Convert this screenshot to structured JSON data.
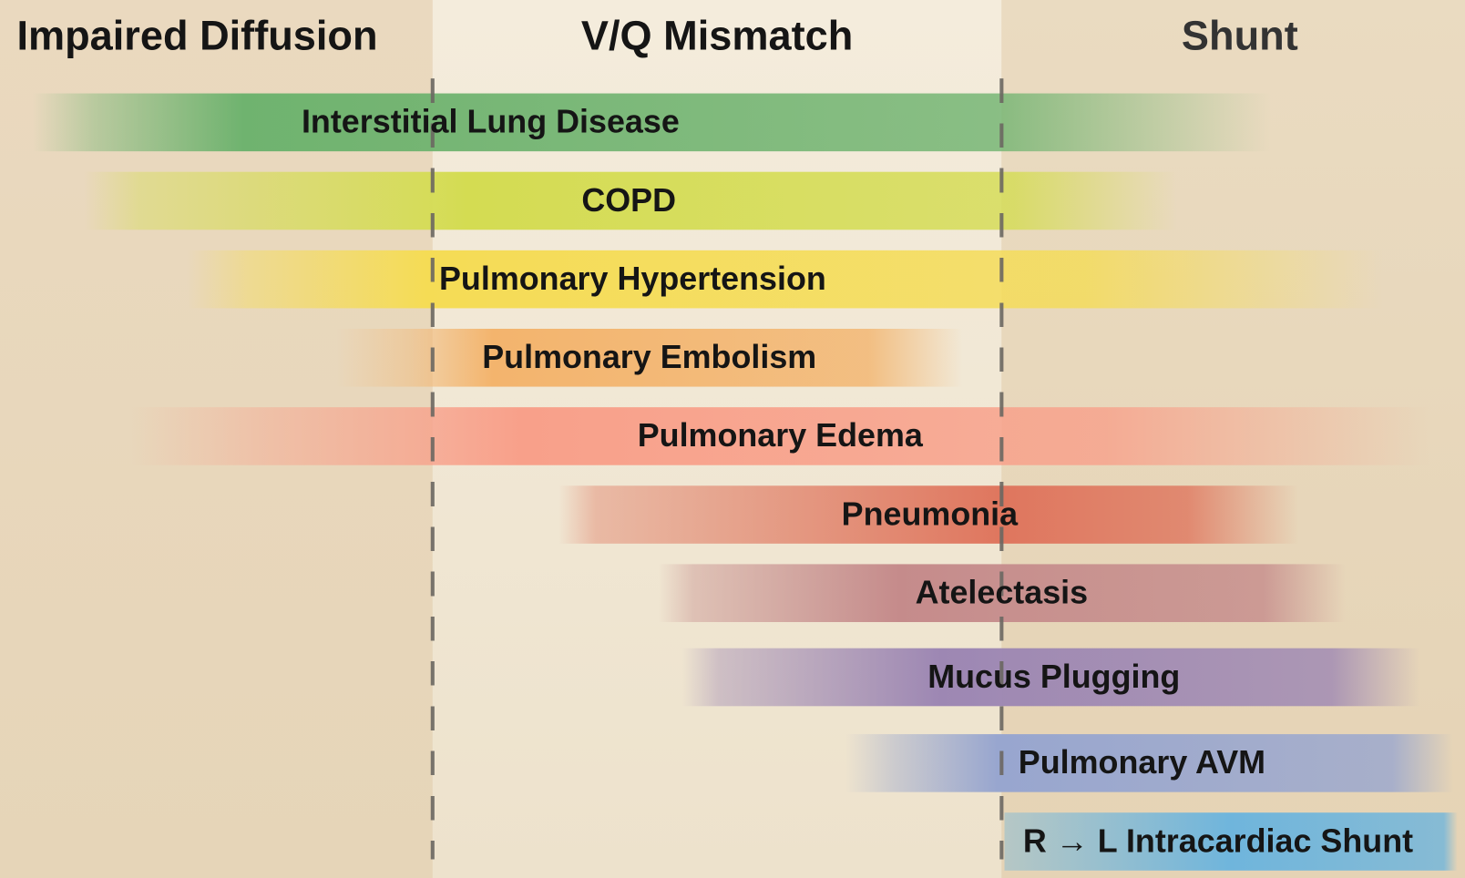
{
  "headers": {
    "left": "Impaired Diffusion",
    "middle": "V/Q Mismatch",
    "right": "Shunt"
  },
  "conditions": [
    {
      "label": "Interstitial Lung Disease",
      "color": "#6fb36f"
    },
    {
      "label": "COPD",
      "color": "#d4dc52"
    },
    {
      "label": "Pulmonary Hypertension",
      "color": "#f5dc55"
    },
    {
      "label": "Pulmonary Embolism",
      "color": "#f3b46d"
    },
    {
      "label": "Pulmonary Edema",
      "color": "#f8a08a"
    },
    {
      "label": "Pneumonia",
      "color": "#df765e"
    },
    {
      "label": "Atelectasis",
      "color": "#c58b8b"
    },
    {
      "label": "Mucus Plugging",
      "color": "#9d87b3"
    },
    {
      "label": "Pulmonary AVM",
      "color": "#98a6cf"
    },
    {
      "label": "R → L  Intracardiac Shunt",
      "color": "#6fb5dc"
    }
  ]
}
